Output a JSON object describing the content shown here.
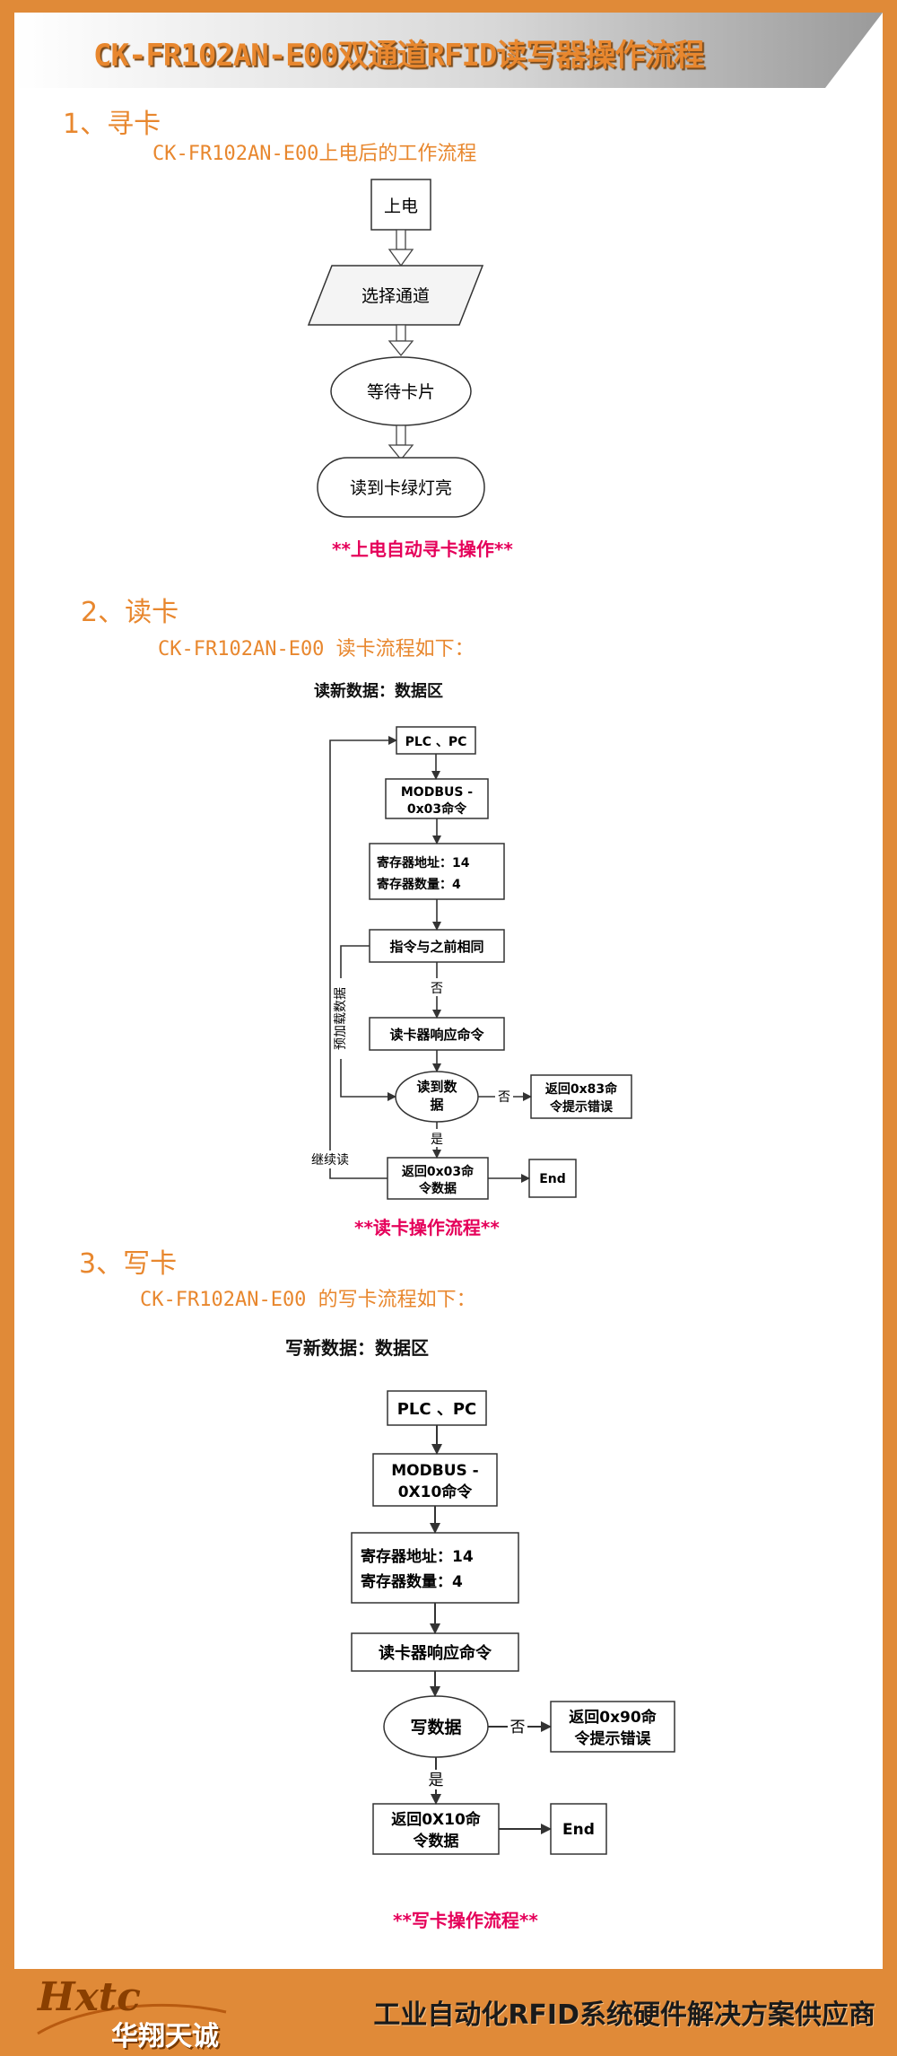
{
  "header": {
    "title": "CK-FR102AN-E00双通道RFID读写器操作流程"
  },
  "section1": {
    "heading": "1、寻卡",
    "subtitle": "CK-FR102AN-E00上电后的工作流程",
    "nodes": {
      "power_on": "上电",
      "select_channel": "选择通道",
      "wait_card": "等待卡片",
      "green_light": "读到卡绿灯亮"
    },
    "note": "**上电自动寻卡操作**"
  },
  "section2": {
    "heading": "2、读卡",
    "subtitle": "CK-FR102AN-E00 读卡流程如下：",
    "caption": "读新数据：数据区",
    "nodes": {
      "plc": "PLC 、PC",
      "modbus_1": "MODBUS -",
      "modbus_2": "0x03命令",
      "reg_addr": "寄存器地址：14",
      "reg_count": "寄存器数量：4",
      "same_cmd": "指令与之前相同",
      "respond": "读卡器响应命令",
      "read_data_1": "读到数",
      "read_data_2": "据",
      "err_1": "返回0x83命",
      "err_2": "令提示错误",
      "ret_1": "返回0x03命",
      "ret_2": "令数据",
      "end": "End"
    },
    "labels": {
      "no_1": "否",
      "no_2": "否",
      "yes": "是",
      "preload": "预加载数据",
      "continue": "继续读"
    },
    "note": "**读卡操作流程**"
  },
  "section3": {
    "heading": "3、写卡",
    "subtitle": "CK-FR102AN-E00 的写卡流程如下：",
    "caption": "写新数据：数据区",
    "nodes": {
      "plc": "PLC 、PC",
      "modbus_1": "MODBUS -",
      "modbus_2": "0X10命令",
      "reg_addr": "寄存器地址：14",
      "reg_count": "寄存器数量：4",
      "respond": "读卡器响应命令",
      "write_data": "写数据",
      "err_1": "返回0x90命",
      "err_2": "令提示错误",
      "ret_1": "返回0X10命",
      "ret_2": "令数据",
      "end": "End"
    },
    "labels": {
      "no": "否",
      "yes": "是"
    },
    "note": "**写卡操作流程**"
  },
  "footer": {
    "logo_text": "Hxtc",
    "brand": "华翔天诚",
    "slogan": "工业自动化RFID系统硬件解决方案供应商"
  },
  "colors": {
    "border": "#E08A38",
    "accent": "#E8872E",
    "note": "#E5005A"
  }
}
